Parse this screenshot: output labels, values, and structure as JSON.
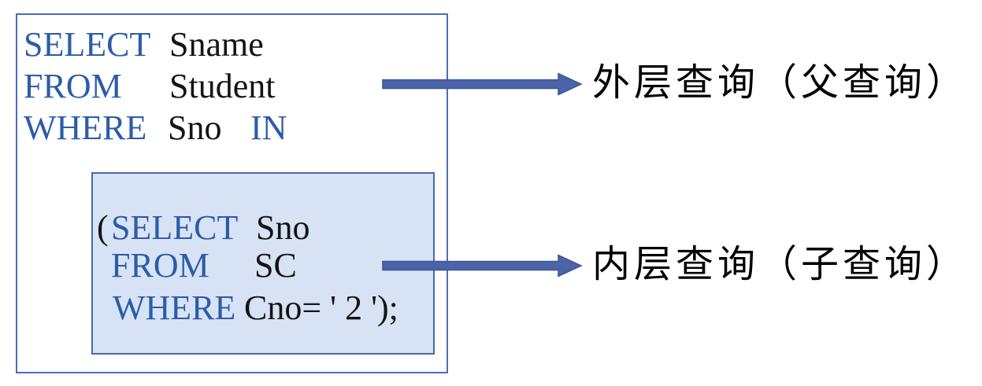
{
  "diagram": {
    "title_hint": "SQL nested query diagram",
    "outer_query": {
      "lines": [
        {
          "keyword": "SELECT",
          "operand": "Sname"
        },
        {
          "keyword": "FROM",
          "operand": "Student"
        },
        {
          "keyword": "WHERE",
          "operand": "Sno",
          "keyword2": "IN"
        }
      ]
    },
    "inner_query": {
      "paren": "(",
      "lines": [
        {
          "keyword": "SELECT",
          "operand": "Sno"
        },
        {
          "keyword": "FROM",
          "operand": "SC"
        },
        {
          "keyword": "WHERE",
          "operand": "Cno= ' 2 ');"
        }
      ]
    },
    "labels": {
      "outer": "外层查询（父查询）",
      "inner": "内层查询（子查询）"
    },
    "colors": {
      "keyword_blue": "#2b5ca8",
      "operand_black": "#141414",
      "outer_box_border": "#4f6cb8",
      "inner_box_border": "#4a69a8",
      "inner_box_fill": "#d7e3f4",
      "arrow_fill": "#4a63a9",
      "arrow_stroke": "#3f568f",
      "label_text": "#000000"
    }
  }
}
